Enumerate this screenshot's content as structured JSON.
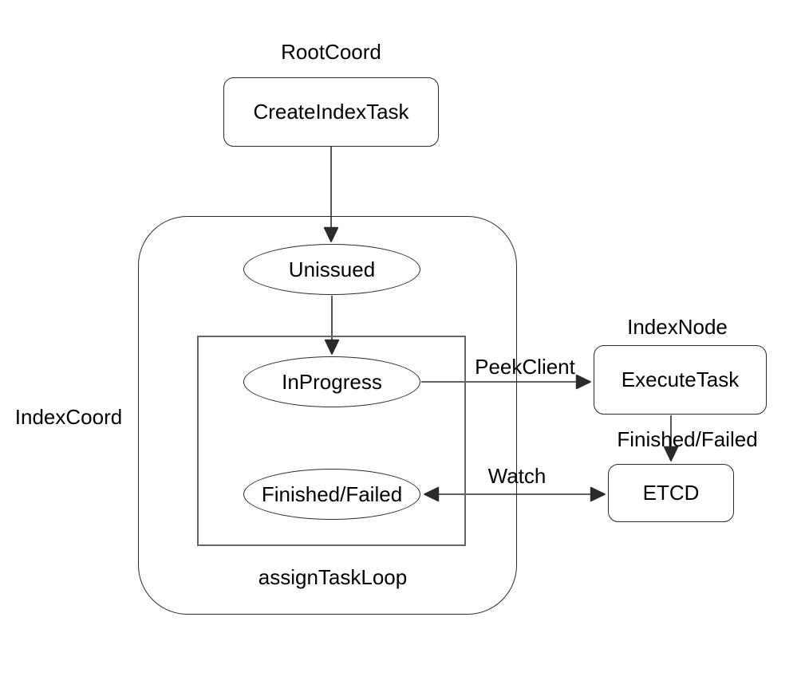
{
  "diagram": {
    "title_implicit": "Index task flow diagram",
    "background_color": "#ffffff",
    "stroke_color": "#2b2b2b",
    "inner_loop_stroke_color": "#666666",
    "text_color": "#000000",
    "group_labels": {
      "root_coord": "RootCoord",
      "index_coord": "IndexCoord",
      "index_node": "IndexNode",
      "assign_task_loop": "assignTaskLoop"
    },
    "nodes": {
      "create_index_task": "CreateIndexTask",
      "unissued": "Unissued",
      "in_progress": "InProgress",
      "finished_failed": "Finished/Failed",
      "execute_task": "ExecuteTask",
      "etcd": "ETCD"
    },
    "edge_labels": {
      "peek_client": "PeekClient",
      "finished_failed": "Finished/Failed",
      "watch": "Watch"
    }
  }
}
